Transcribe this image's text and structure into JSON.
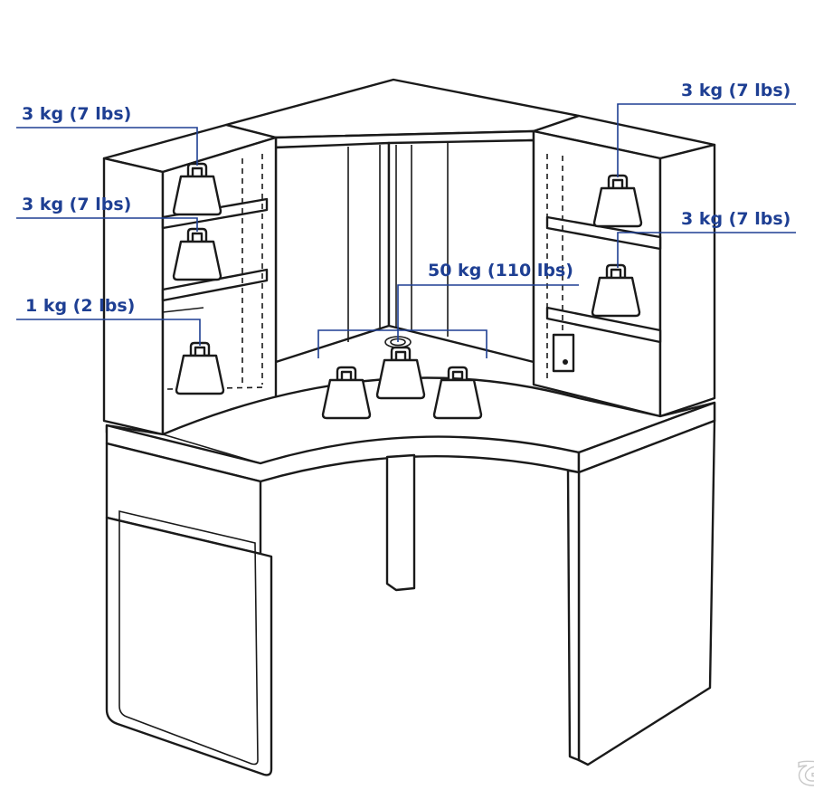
{
  "labels": {
    "top_left": "3 kg (7 lbs)",
    "middle_left": "3 kg (7 lbs)",
    "bottom_left": "1 kg (2 lbs)",
    "top_right": "3 kg (7 lbs)",
    "middle_right": "3 kg (7 lbs)",
    "desk_top": "50 kg (110 lbs)"
  },
  "watermark": "حراج",
  "colors": {
    "label": "#1e3f93",
    "line_art": "#1a1a1a",
    "background": "#ffffff"
  }
}
